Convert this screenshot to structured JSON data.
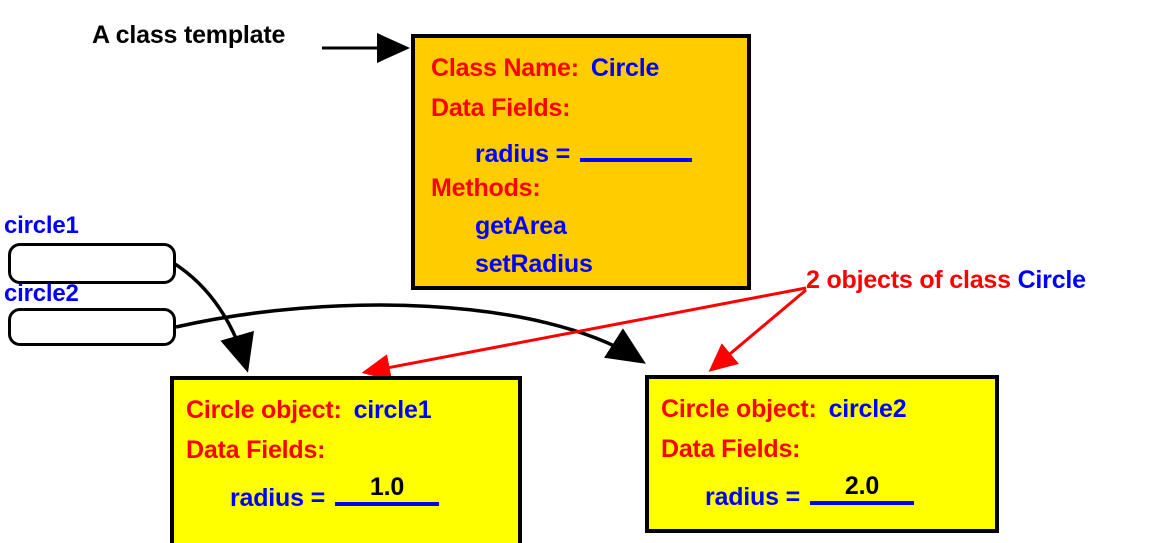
{
  "diagram": {
    "title_annotation": "A class template",
    "objects_annotation": {
      "prefix": "2 objects of class ",
      "class_word": "Circle"
    },
    "references": [
      {
        "name": "circle1"
      },
      {
        "name": "circle2"
      }
    ],
    "class_template": {
      "class_name_label": "Class Name:",
      "class_name_value": "Circle",
      "data_fields_label": "Data Fields:",
      "radius_label": "radius =",
      "radius_value": "",
      "methods_label": "Methods:",
      "methods": [
        "getArea",
        "setRadius"
      ]
    },
    "objects": [
      {
        "title_label": "Circle object:",
        "title_value": "circle1",
        "data_fields_label": "Data Fields:",
        "radius_label": "radius =",
        "radius_value": "1.0"
      },
      {
        "title_label": "Circle object:",
        "title_value": "circle2",
        "data_fields_label": "Data Fields:",
        "radius_label": "radius =",
        "radius_value": "2.0"
      }
    ],
    "colors": {
      "label_red": "#ff0000",
      "value_blue": "#0000ff",
      "class_box_fill": "#ffcc00",
      "object_box_fill": "#ffff00",
      "outline_black": "#000000",
      "background": "#ffffff"
    }
  }
}
